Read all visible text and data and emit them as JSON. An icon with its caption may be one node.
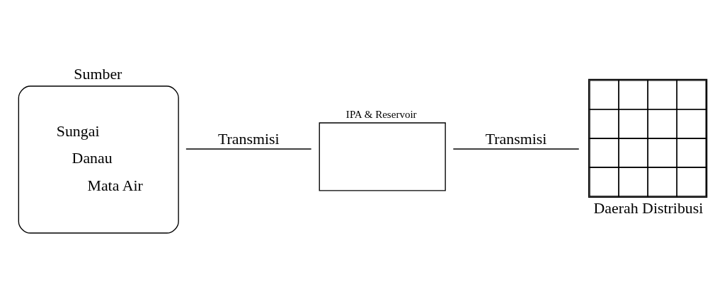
{
  "diagram": {
    "nodes": [
      {
        "text": [
          "Sumber",
          "Sungai",
          "Danau",
          "Mata Air"
        ]
      },
      {
        "text": [
          "IPA & Reservoir"
        ]
      },
      {
        "text": [
          "Daerah Distribusi"
        ]
      }
    ],
    "edges": [
      {
        "from": 0,
        "to": 1,
        "arrow": "none",
        "label": "Transmisi"
      },
      {
        "from": 1,
        "to": 2,
        "arrow": "none",
        "label": "Transmisi"
      }
    ]
  }
}
